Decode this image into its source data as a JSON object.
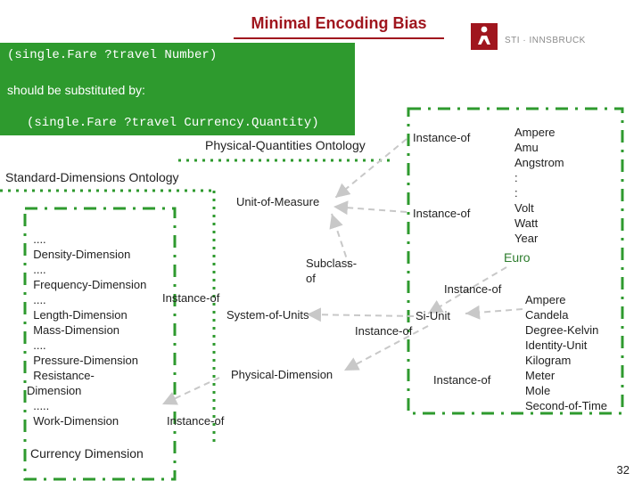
{
  "title": "Minimal Encoding Bias",
  "logo": {
    "text": "STI · INNSBRUCK",
    "icon": "sti-logo-icon",
    "color": "#a0161e"
  },
  "code_box": {
    "line1": "(single.Fare ?travel Number)",
    "line2": "should be substituted by:",
    "line3": "(single.Fare ?travel Currency.Quantity)",
    "background": "#2e9a2e"
  },
  "labels": {
    "physical_quantities": "Physical-Quantities Ontology",
    "standard_dimensions": "Standard-Dimensions Ontology",
    "unit_of_measure": "Unit-of-Measure",
    "subclass_of": "Subclass-\nof",
    "system_of_units": "System-of-Units",
    "physical_dimension": "Physical-Dimension",
    "si_unit": "Si-Unit",
    "euro": "Euro",
    "currency_dimension": "Currency Dimension",
    "instance_of_1": "Instance-of",
    "instance_of_2": "Instance-of",
    "instance_of_3": "Instance-of",
    "instance_of_4": "Instance-of",
    "instance_of_5": "Instance-of",
    "instance_of_6": "Instance-of",
    "instance_of_7": "Instance-of"
  },
  "lists": {
    "dimensions": [
      "  ....",
      "  Density-Dimension",
      "  ....",
      "  Frequency-Dimension",
      "  ....",
      "  Length-Dimension",
      "  Mass-Dimension",
      "  ....",
      "  Pressure-Dimension",
      "  Resistance-",
      "Dimension",
      "  .....",
      "  Work-Dimension"
    ],
    "units_top": [
      "Ampere",
      "Amu",
      "Angstrom",
      ":",
      ":",
      "Volt",
      "Watt",
      "Year"
    ],
    "si_units": [
      "Ampere",
      "Candela",
      "Degree-Kelvin",
      "Identity-Unit",
      "Kilogram",
      "Meter",
      "Mole",
      "Second-of-Time"
    ]
  },
  "colors": {
    "accent": "#a0161e",
    "dash_green": "#2e9a2e",
    "arrow_gray": "#c8c8c8"
  },
  "page_number": "32"
}
